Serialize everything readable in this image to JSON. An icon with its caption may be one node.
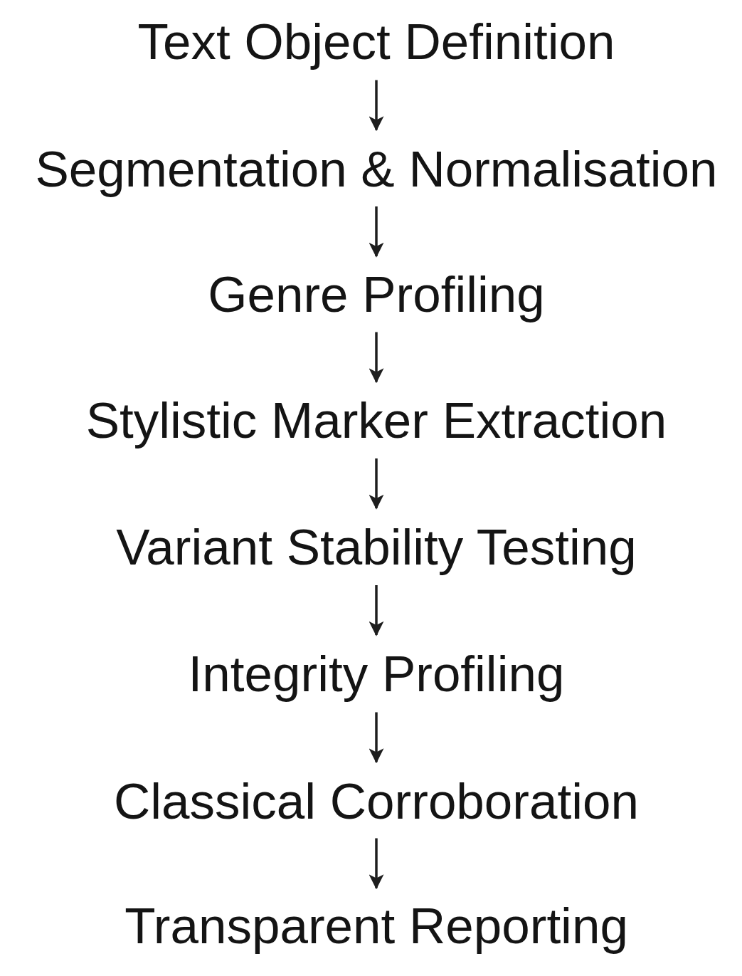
{
  "diagram": {
    "nodes": [
      {
        "text": [
          "Text Object Definition"
        ]
      },
      {
        "text": [
          "Segmentation & Normalisation"
        ]
      },
      {
        "text": [
          "Genre Profiling"
        ]
      },
      {
        "text": [
          "Stylistic Marker Extraction"
        ]
      },
      {
        "text": [
          "Variant Stability Testing"
        ]
      },
      {
        "text": [
          "Integrity Profiling"
        ]
      },
      {
        "text": [
          "Classical Corroboration"
        ]
      },
      {
        "text": [
          "Transparent Reporting"
        ]
      }
    ],
    "edges": [
      {
        "from": 0,
        "to": 1,
        "arrow": "to"
      },
      {
        "from": 1,
        "to": 2,
        "arrow": "to"
      },
      {
        "from": 2,
        "to": 3,
        "arrow": "to"
      },
      {
        "from": 3,
        "to": 4,
        "arrow": "to"
      },
      {
        "from": 4,
        "to": 5,
        "arrow": "to"
      },
      {
        "from": 5,
        "to": 6,
        "arrow": "to"
      },
      {
        "from": 6,
        "to": 7,
        "arrow": "to"
      }
    ]
  }
}
